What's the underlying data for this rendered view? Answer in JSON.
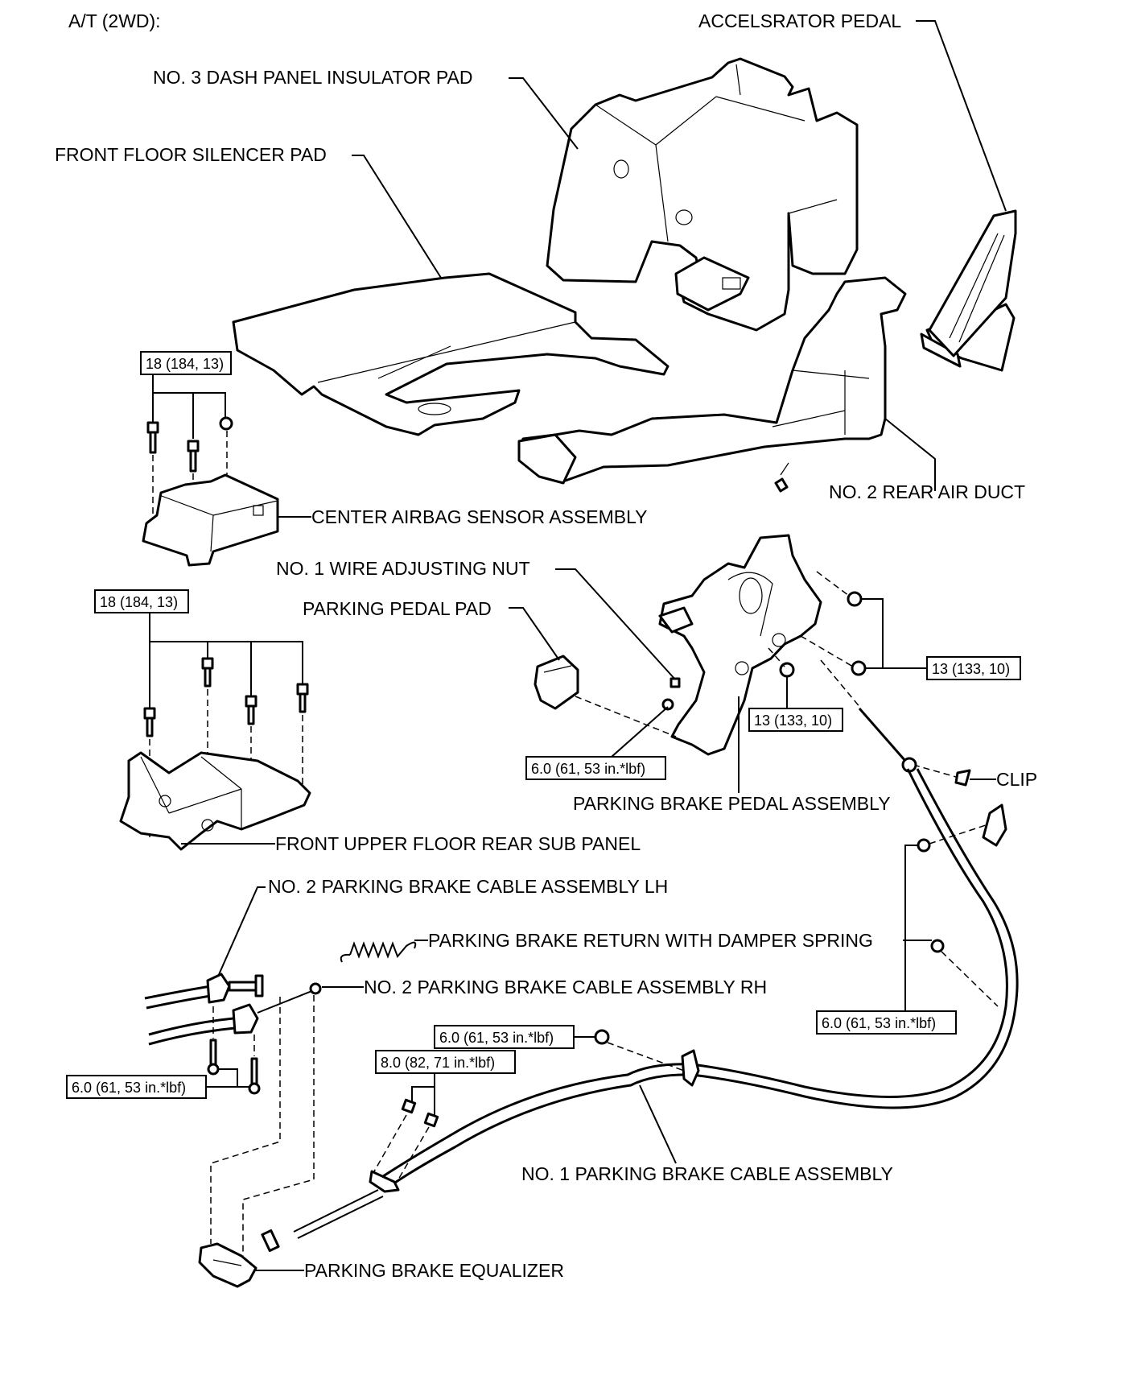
{
  "header": {
    "title": "A/T (2WD):"
  },
  "labels": {
    "accelerator_pedal": "ACCELSRATOR PEDAL",
    "dash_insulator_pad": "NO. 3 DASH PANEL INSULATOR PAD",
    "front_floor_silencer_pad": "FRONT FLOOR SILENCER PAD",
    "center_airbag_sensor": "CENTER AIRBAG SENSOR ASSEMBLY",
    "rear_air_duct": "NO. 2 REAR AIR DUCT",
    "wire_adjusting_nut": "NO. 1 WIRE ADJUSTING NUT",
    "parking_pedal_pad": "PARKING PEDAL PAD",
    "parking_brake_pedal_assembly": "PARKING BRAKE PEDAL ASSEMBLY",
    "clip": "CLIP",
    "front_upper_floor_rear_sub_panel": "FRONT UPPER FLOOR REAR SUB PANEL",
    "cable_lh": "NO. 2 PARKING BRAKE CABLE ASSEMBLY LH",
    "return_spring": "PARKING BRAKE RETURN WITH DAMPER SPRING",
    "cable_rh": "NO. 2 PARKING BRAKE CABLE ASSEMBLY RH",
    "cable_no1": "NO. 1 PARKING BRAKE CABLE ASSEMBLY",
    "equalizer": "PARKING BRAKE EQUALIZER"
  },
  "torque_specs": {
    "airbag_sensor_bolts": "18 (184, 13)",
    "sub_panel_bolts": "18 (184, 13)",
    "pedal_nuts_right": "13 (133, 10)",
    "pedal_nut_lower": "13 (133, 10)",
    "wire_adjusting_nut": "6.0 (61, 53 in.*lbf)",
    "cable_bracket_nuts": "6.0 (61, 53 in.*lbf)",
    "cable_clamp_nut": "6.0 (61, 53 in.*lbf)",
    "cable_guide_bolts": "8.0 (82, 71 in.*lbf)",
    "rear_cable_bolts": "6.0 (61, 53 in.*lbf)"
  }
}
